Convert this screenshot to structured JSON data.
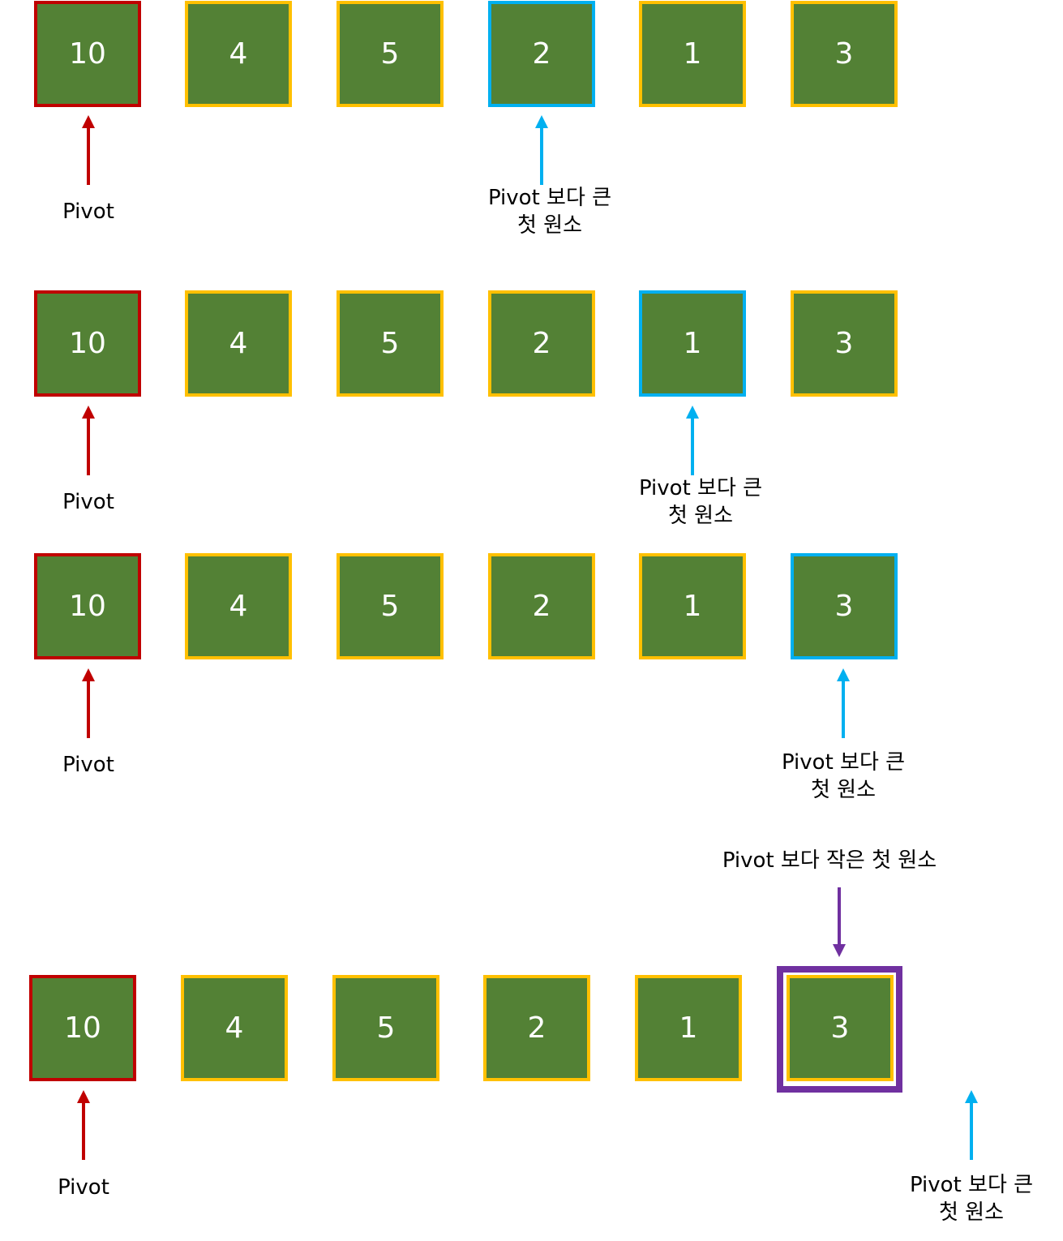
{
  "pivot_label": "Pivot",
  "larger_label": "Pivot 보다 큰\n첫 원소",
  "smaller_label": "Pivot 보다 작은 첫 원소",
  "colors": {
    "cell_fill": "#538135",
    "cell_border": "#ffc000",
    "pivot": "#c00000",
    "larger_pointer": "#00b0f0",
    "smaller_pointer": "#7030a0",
    "text": "#ffffff"
  },
  "steps": [
    {
      "values": [
        "10",
        "4",
        "5",
        "2",
        "1",
        "3"
      ],
      "pivot_index": 0,
      "larger_index": 3,
      "smaller_index": null
    },
    {
      "values": [
        "10",
        "4",
        "5",
        "2",
        "1",
        "3"
      ],
      "pivot_index": 0,
      "larger_index": 4,
      "smaller_index": null
    },
    {
      "values": [
        "10",
        "4",
        "5",
        "2",
        "1",
        "3"
      ],
      "pivot_index": 0,
      "larger_index": 5,
      "smaller_index": null
    },
    {
      "values": [
        "10",
        "4",
        "5",
        "2",
        "1",
        "3"
      ],
      "pivot_index": 0,
      "larger_index": 6,
      "smaller_index": 5
    }
  ]
}
